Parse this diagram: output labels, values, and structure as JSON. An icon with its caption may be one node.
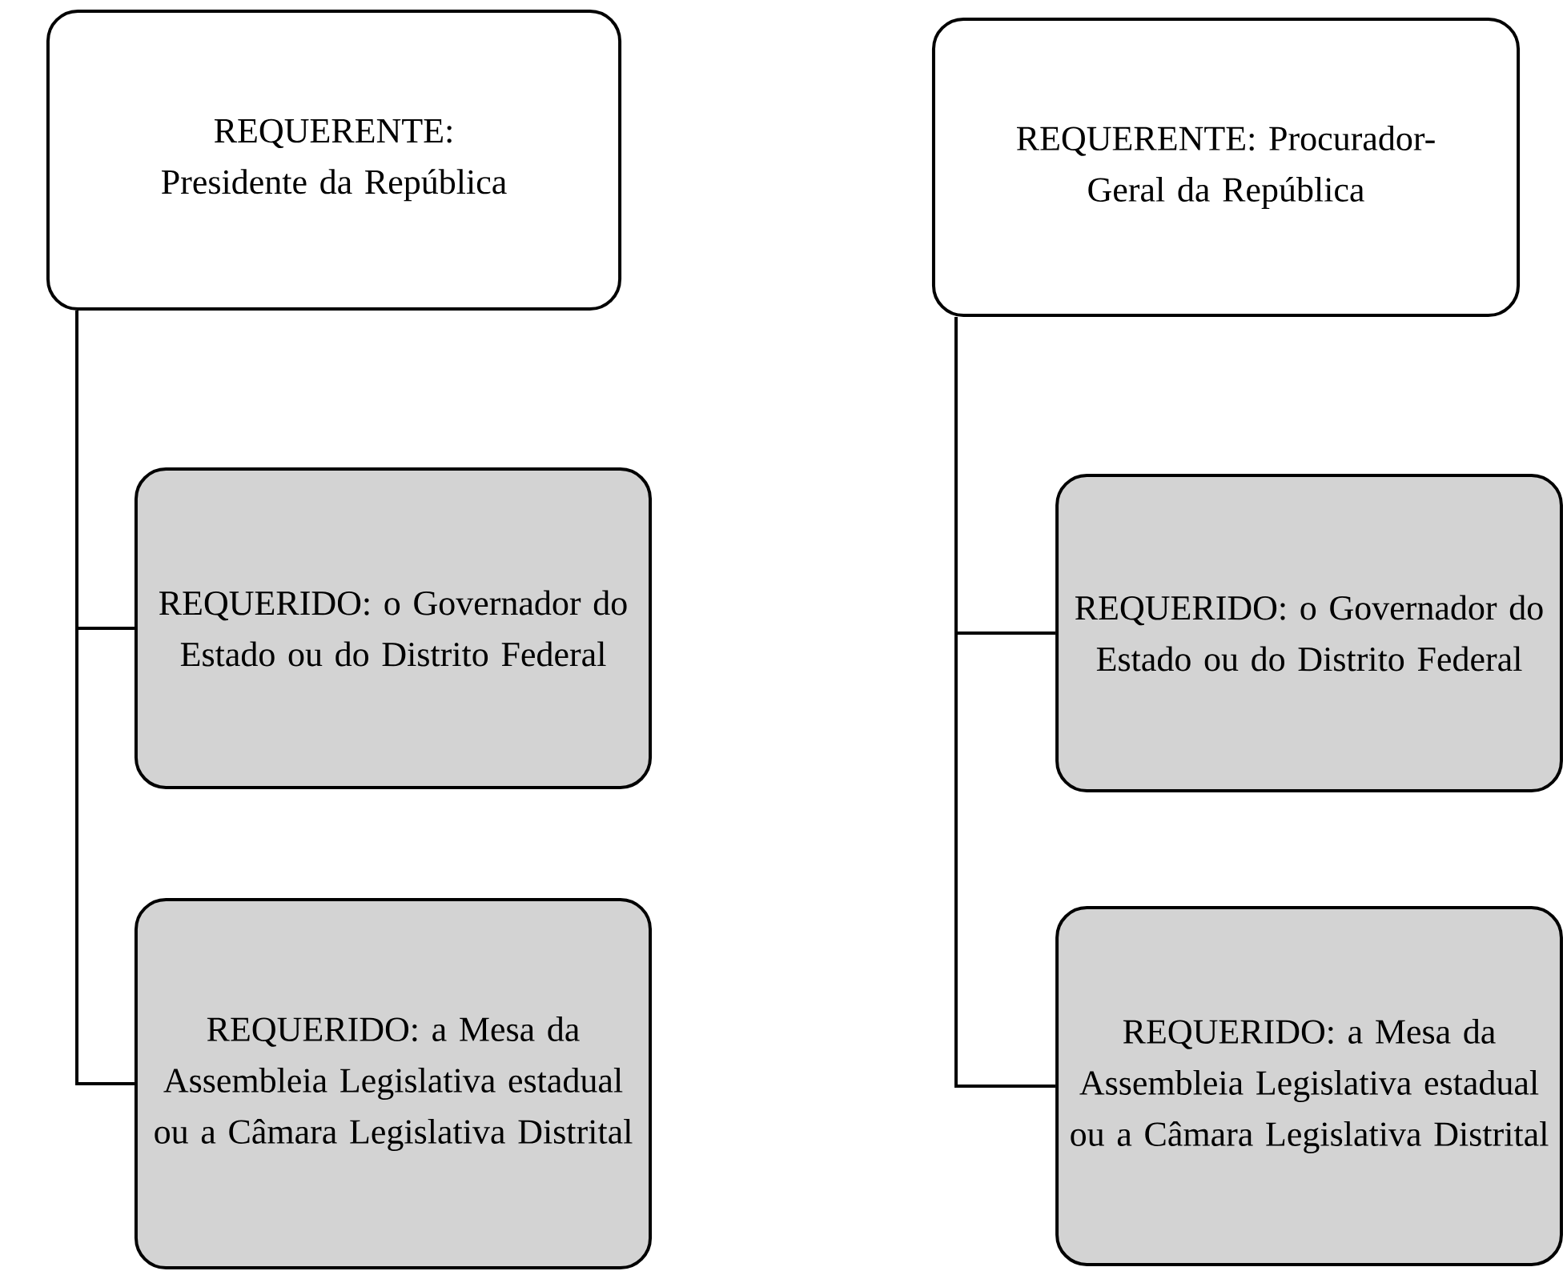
{
  "diagram": {
    "nodes": [
      {
        "text": [
          "REQUERENTE: Presidente da República"
        ]
      },
      {
        "text": [
          "REQUERIDO: o Governador do Estado ou do Distrito Federal"
        ]
      },
      {
        "text": [
          "REQUERIDO: a Mesa da Assembleia Legislativa estadual ou a Câmara Legislativa Distrital"
        ]
      },
      {
        "text": [
          "REQUERENTE: Procurador-Geral da República"
        ]
      },
      {
        "text": [
          "REQUERIDO: o Governador do Estado ou do Distrito Federal"
        ]
      },
      {
        "text": [
          "REQUERIDO: a Mesa da Assembleia Legislativa estadual ou a Câmara Legislativa Distrital"
        ]
      }
    ],
    "edges": [
      {
        "from": 0,
        "to": 1,
        "arrow": "none"
      },
      {
        "from": 0,
        "to": 2,
        "arrow": "none"
      },
      {
        "from": 3,
        "to": 4,
        "arrow": "none"
      },
      {
        "from": 3,
        "to": 5,
        "arrow": "none"
      }
    ]
  }
}
